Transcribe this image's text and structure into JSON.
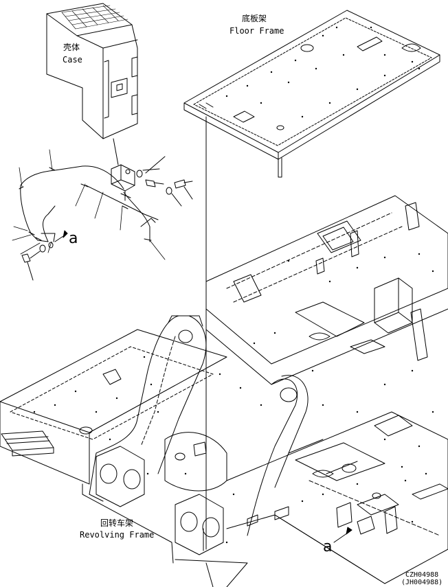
{
  "labels": {
    "floor_frame_cn": "底板架",
    "floor_frame_en": "Floor Frame",
    "case_cn": "壳体",
    "case_en": "Case",
    "revolving_frame_cn": "回转车架",
    "revolving_frame_en": "Revolving Frame",
    "detail_ref_top": "a",
    "detail_ref_bottom": "a"
  },
  "drawing_codes": {
    "primary": "CZH04988",
    "secondary": "(JH004988)"
  },
  "colors": {
    "ink": "#000000",
    "paper": "#ffffff"
  }
}
